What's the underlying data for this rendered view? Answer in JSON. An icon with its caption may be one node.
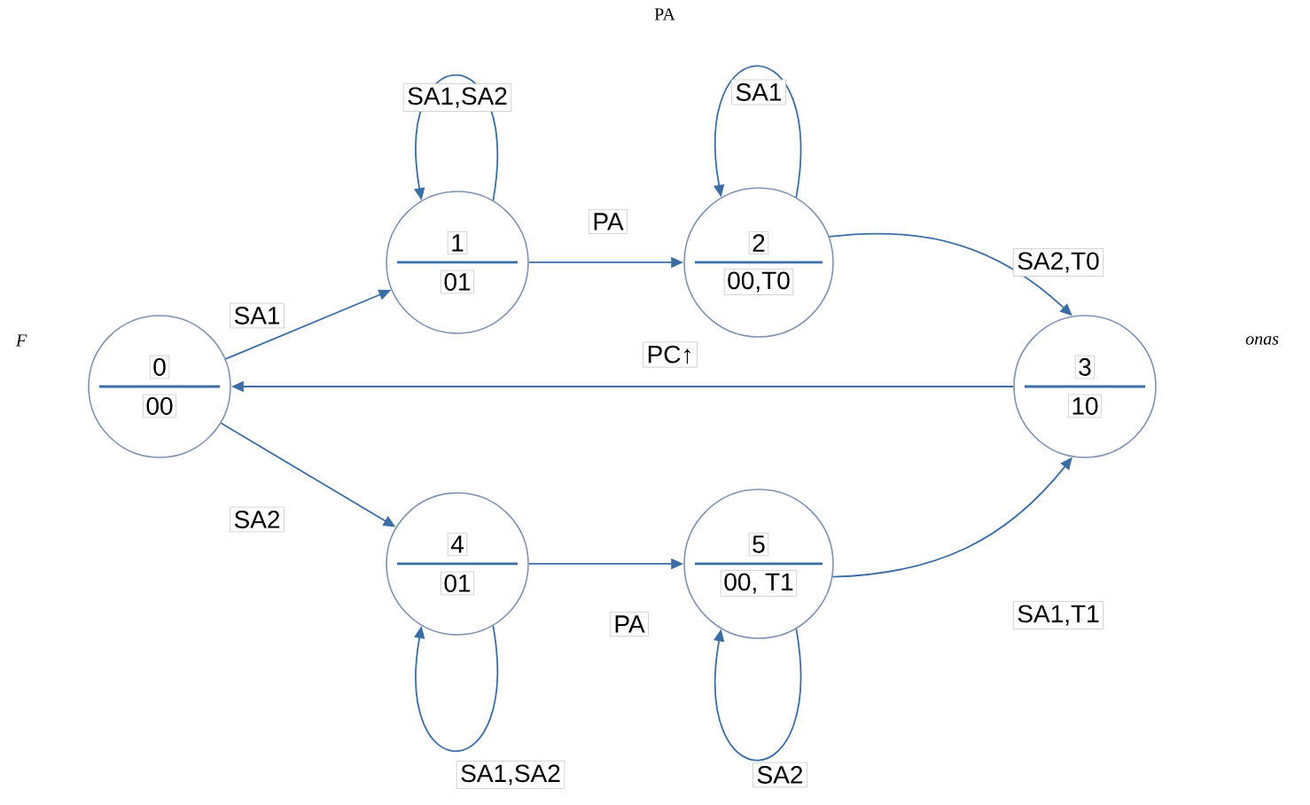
{
  "diagram": {
    "nodes": [
      {
        "text": [
          "0",
          "00"
        ]
      },
      {
        "text": [
          "1",
          "01"
        ]
      },
      {
        "text": [
          "2",
          "00,T0"
        ]
      },
      {
        "text": [
          "3",
          "10"
        ]
      },
      {
        "text": [
          "4",
          "01"
        ]
      },
      {
        "text": [
          "5",
          "00, T1"
        ]
      }
    ],
    "edges": [
      {
        "from": 0,
        "to": 1,
        "arrow": "to",
        "label": "SA1"
      },
      {
        "from": 1,
        "to": 2,
        "arrow": "to",
        "label": "PA"
      },
      {
        "from": 2,
        "to": 3,
        "arrow": "to",
        "label": "SA2,T0"
      },
      {
        "from": 3,
        "to": 0,
        "arrow": "to",
        "label": "PC↑"
      },
      {
        "from": 0,
        "to": 4,
        "arrow": "to",
        "label": "SA2"
      },
      {
        "from": 4,
        "to": 5,
        "arrow": "to",
        "label": "PA"
      },
      {
        "from": 5,
        "to": 3,
        "arrow": "to",
        "label": "SA1,T1"
      },
      {
        "from": 1,
        "to": 1,
        "arrow": "to",
        "label": "SA1,SA2"
      },
      {
        "from": 2,
        "to": 2,
        "arrow": "to",
        "label": "SA1"
      },
      {
        "from": 4,
        "to": 4,
        "arrow": "to",
        "label": "SA1,SA2"
      },
      {
        "from": 5,
        "to": 5,
        "arrow": "to",
        "label": "SA2"
      }
    ],
    "labels": [
      "PA",
      "F",
      "onas"
    ]
  }
}
